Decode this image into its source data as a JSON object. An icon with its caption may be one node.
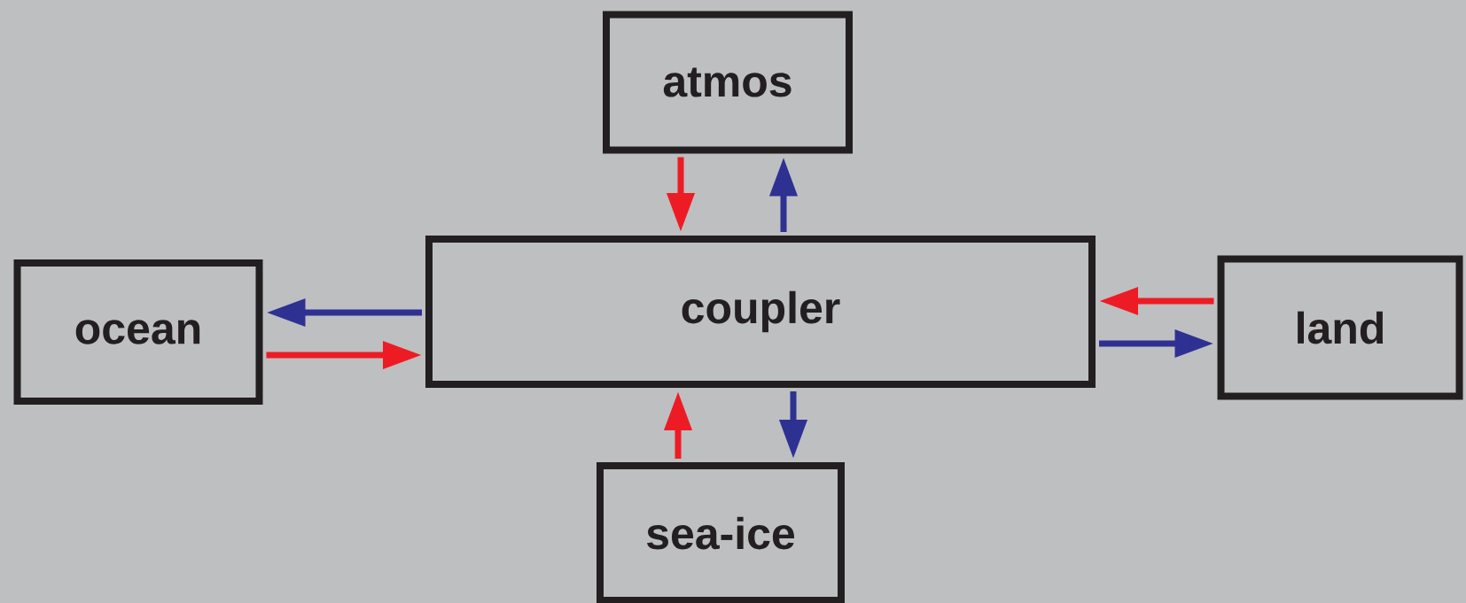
{
  "diagram": {
    "nodes": [
      {
        "text": [
          "atmos"
        ]
      },
      {
        "text": [
          "ocean"
        ]
      },
      {
        "text": [
          "coupler"
        ]
      },
      {
        "text": [
          "land"
        ]
      },
      {
        "text": [
          "sea-ice"
        ]
      }
    ],
    "edges": [
      {
        "from": 0,
        "to": 2,
        "arrow": "to",
        "color": "#ed1c24"
      },
      {
        "from": 2,
        "to": 0,
        "arrow": "to",
        "color": "#2e3192"
      },
      {
        "from": 2,
        "to": 1,
        "arrow": "to",
        "color": "#2e3192"
      },
      {
        "from": 1,
        "to": 2,
        "arrow": "to",
        "color": "#ed1c24"
      },
      {
        "from": 3,
        "to": 2,
        "arrow": "to",
        "color": "#ed1c24"
      },
      {
        "from": 2,
        "to": 3,
        "arrow": "to",
        "color": "#2e3192"
      },
      {
        "from": 4,
        "to": 2,
        "arrow": "to",
        "color": "#ed1c24"
      },
      {
        "from": 2,
        "to": 4,
        "arrow": "to",
        "color": "#2e3192"
      }
    ]
  }
}
